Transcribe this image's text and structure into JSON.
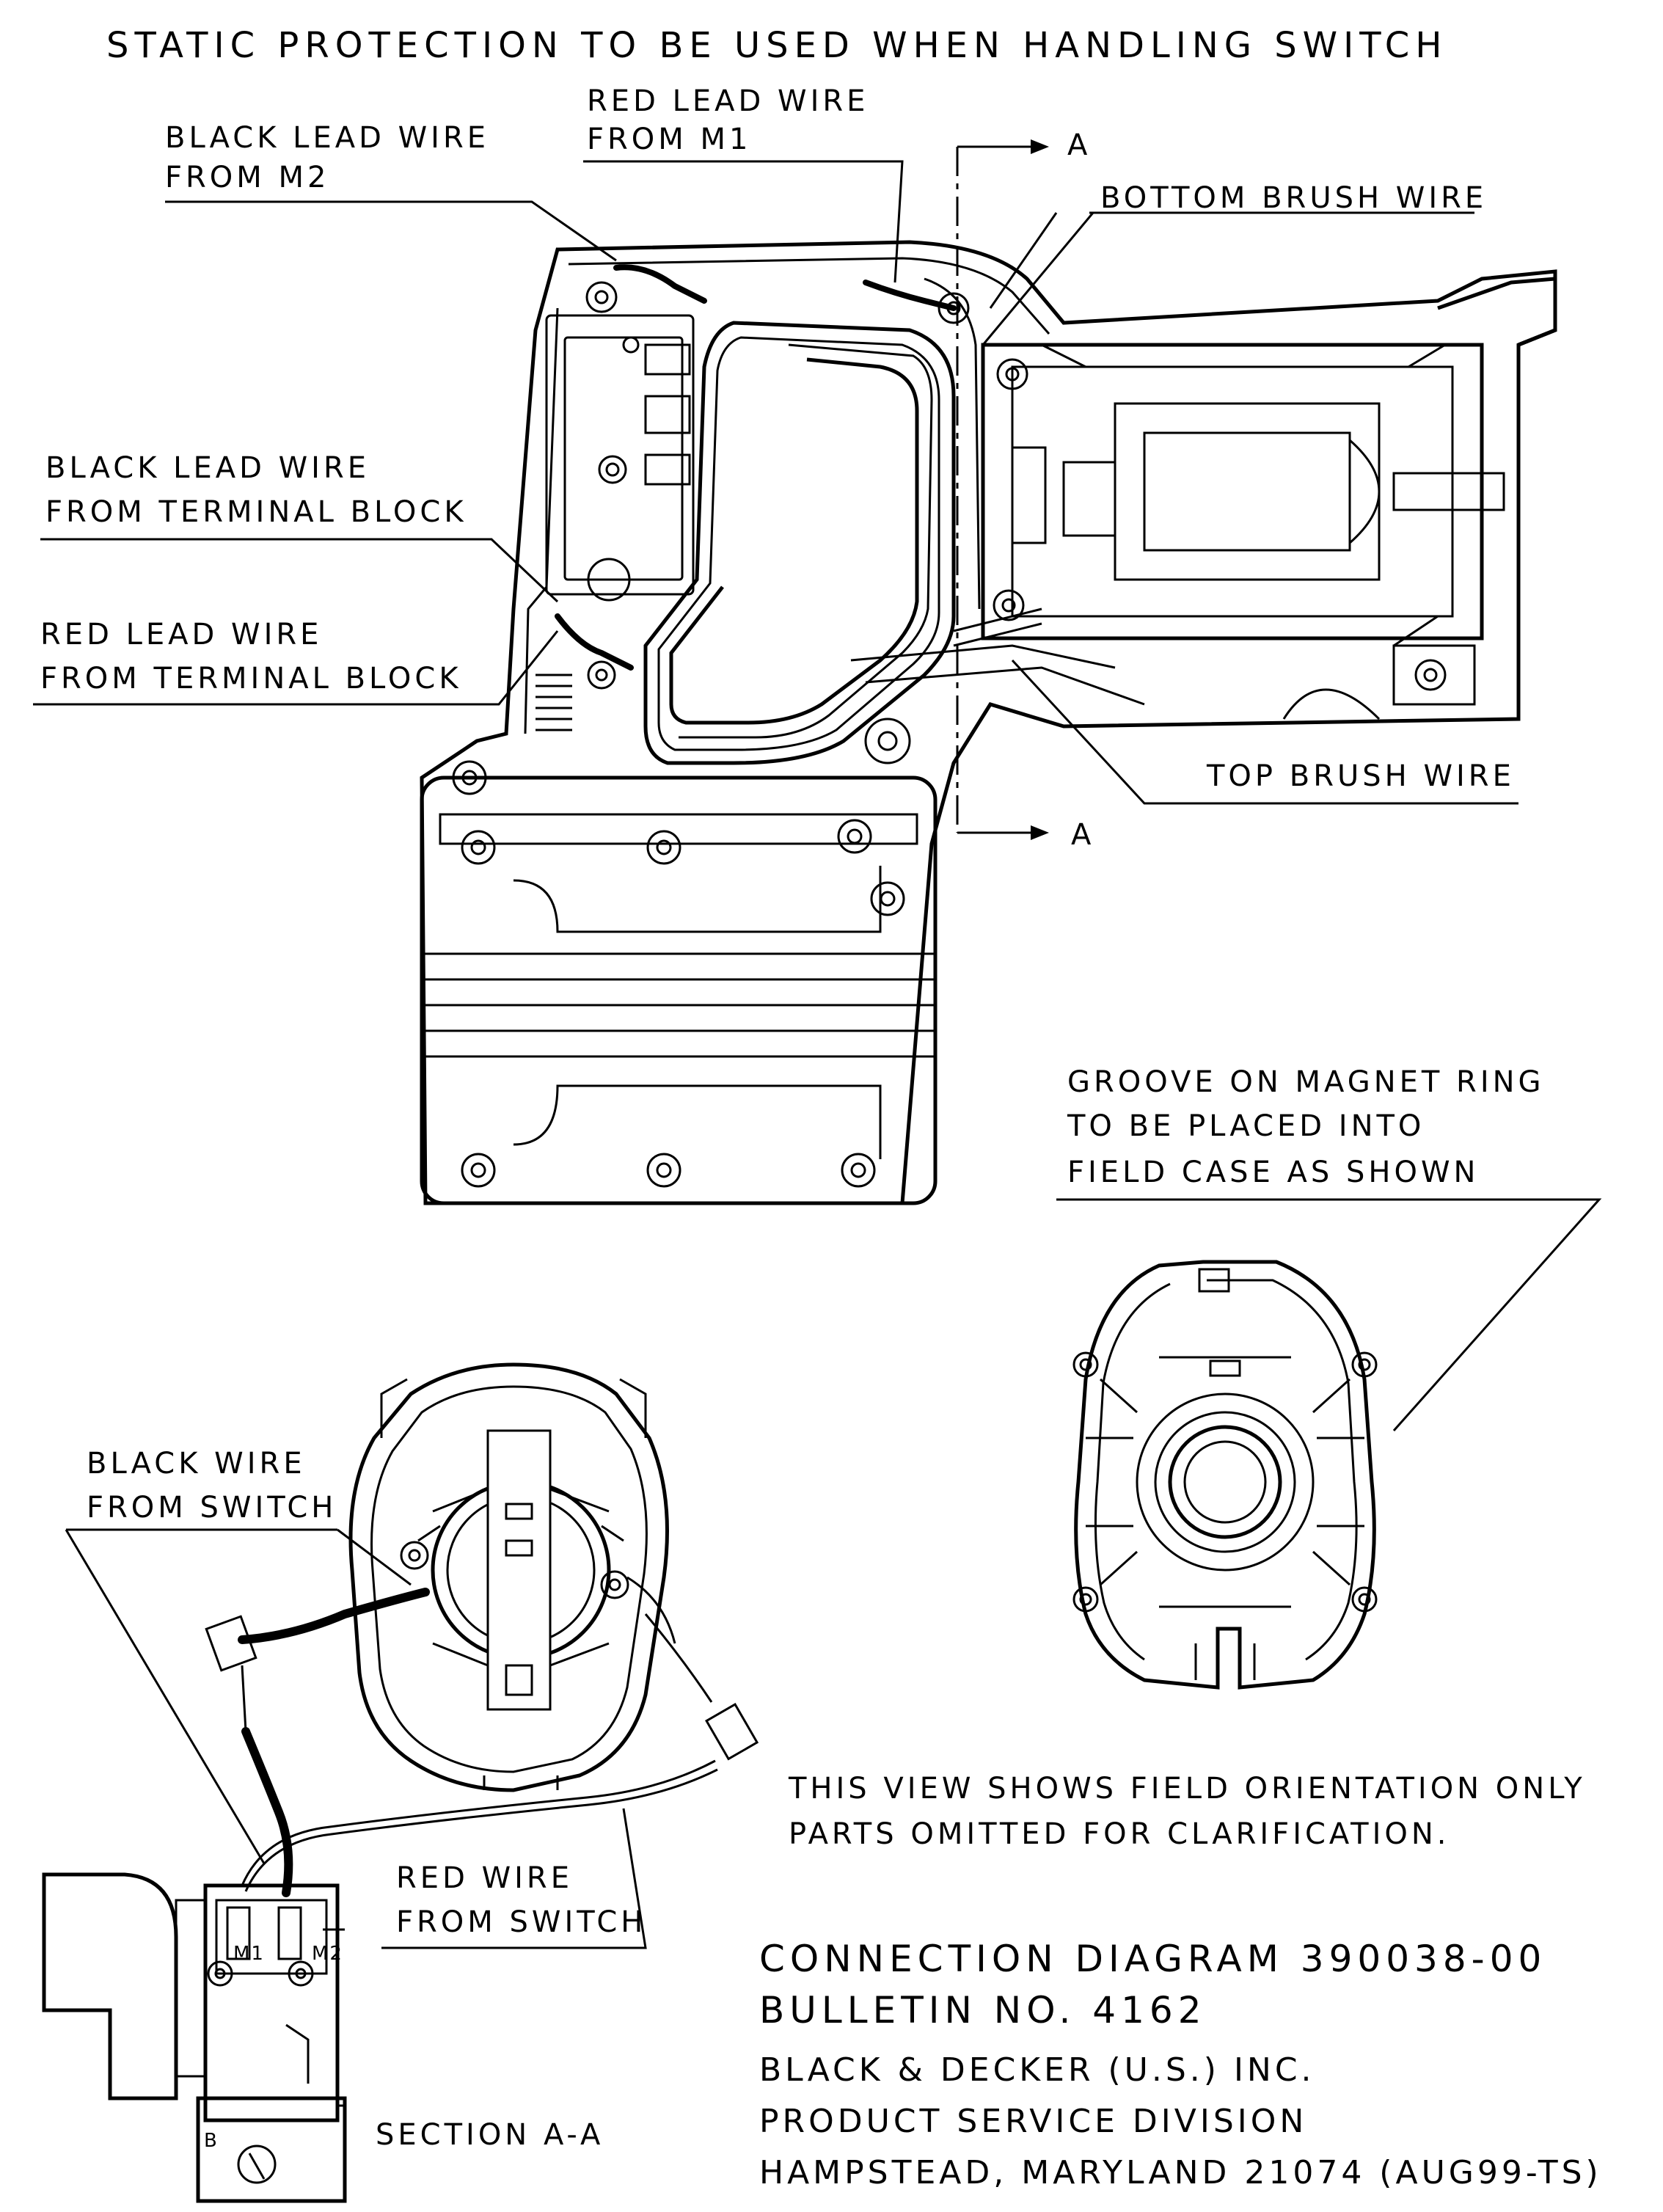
{
  "header": {
    "title": "STATIC PROTECTION TO BE USED WHEN HANDLING SWITCH"
  },
  "callouts": {
    "black_lead_m2": [
      "BLACK LEAD WIRE",
      "FROM M2"
    ],
    "red_lead_m1": [
      "RED LEAD WIRE",
      "FROM M1"
    ],
    "bottom_brush": "BOTTOM BRUSH WIRE",
    "section_marker": "A",
    "black_lead_tb": [
      "BLACK LEAD WIRE",
      "FROM TERMINAL BLOCK"
    ],
    "red_lead_tb": [
      "RED LEAD WIRE",
      "FROM TERMINAL BLOCK"
    ],
    "top_brush": "TOP BRUSH WIRE",
    "groove": [
      "GROOVE ON MAGNET RING",
      "TO BE PLACED INTO",
      "FIELD CASE AS SHOWN"
    ],
    "black_wire_switch": [
      "BLACK WIRE",
      "FROM SWITCH"
    ],
    "red_wire_switch": [
      "RED WIRE",
      "FROM SWITCH"
    ],
    "field_note": [
      "THIS VIEW SHOWS FIELD ORIENTATION ONLY",
      "PARTS OMITTED FOR CLARIFICATION."
    ],
    "section_label": "SECTION A-A",
    "terminal_m1": "M1",
    "terminal_m2": "M2",
    "terminal_b": "B"
  },
  "title_block": {
    "line1": "CONNECTION DIAGRAM 390038-00",
    "line2": "BULLETIN NO. 4162",
    "line3": "BLACK & DECKER (U.S.) INC.",
    "line4": "PRODUCT SERVICE DIVISION",
    "line5": "HAMPSTEAD, MARYLAND 21074 (AUG99-TS)"
  }
}
